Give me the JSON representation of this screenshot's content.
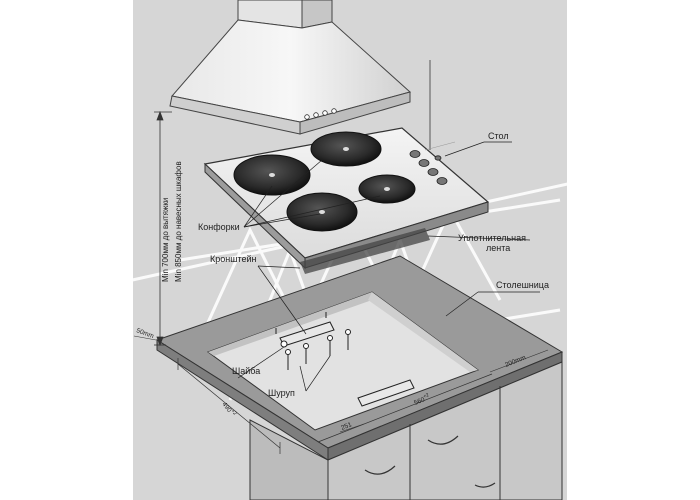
{
  "labels": {
    "table": "Стол",
    "burners": "Конфорки",
    "seal_line1": "Уплотнительная",
    "seal_line2": "лента",
    "bracket": "Кронштейн",
    "countertop": "Столешница",
    "washer": "Шайба",
    "screw": "Шуруп"
  },
  "dimensions": {
    "min_hood": "Min 700мм до вытяжки",
    "min_cabinets": "Min 850мм до навесных шкафов",
    "front_offset": "50mm",
    "depth_cutout": "490",
    "depth_tol": "+2",
    "width_cutout": "560",
    "width_tol": "+2",
    "side_offset": "200mm",
    "bracket_offset": "251"
  },
  "colors": {
    "panel": "#d6d6d6",
    "countertop": "#9a9a9a",
    "cabinet": "#c8c8c8",
    "burner": "#2a2a2a",
    "line": "#333333"
  }
}
